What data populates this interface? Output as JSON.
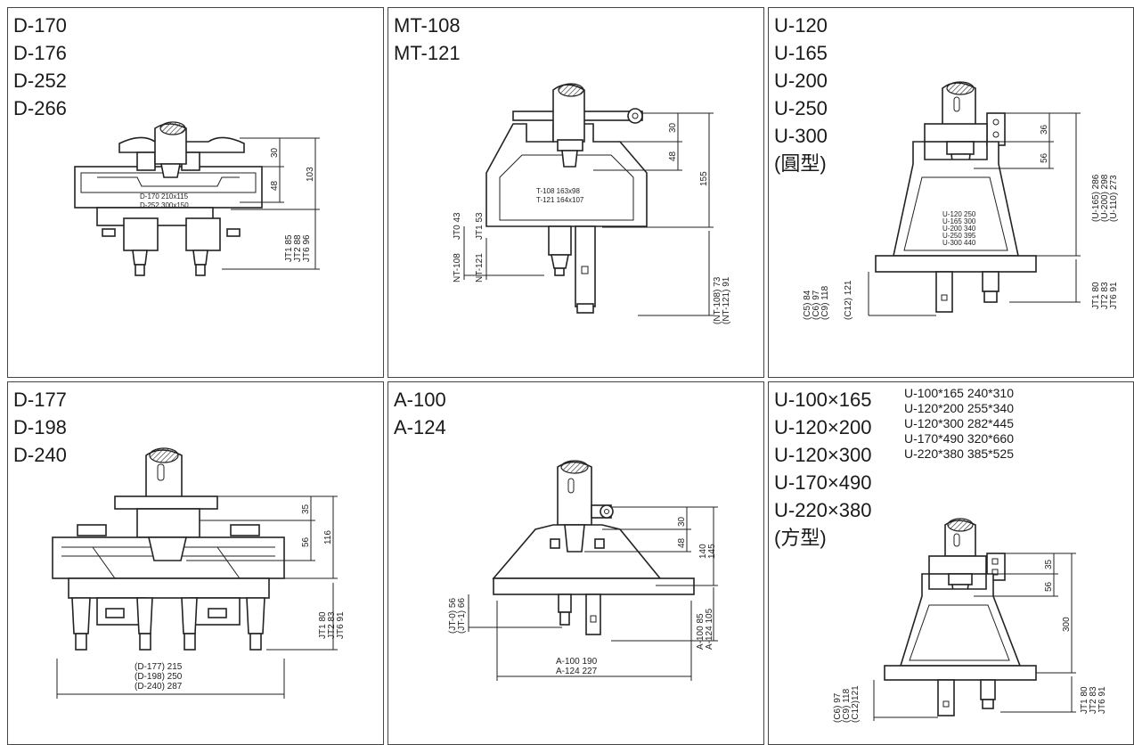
{
  "panels": {
    "p1": {
      "models": [
        "D-170",
        "D-176",
        "D-252",
        "D-266"
      ],
      "labels": {
        "dim1": "30",
        "dim2": "48",
        "dim3": "103",
        "size1": "D-170  210x115",
        "size2": "D-252  300x150",
        "jt1": "JT1 85",
        "jt2": "JT2 88",
        "jt3": "JT6 96"
      }
    },
    "p2": {
      "models": [
        "MT-108",
        "MT-121"
      ],
      "labels": {
        "dim1": "30",
        "dim2": "48",
        "dim3": "155",
        "size1": "T-108  163x98",
        "size2": "T-121  164x107",
        "nt1": "NT-108",
        "nt2": "NT-121",
        "jt1": "JT0 43",
        "jt2": "JT1 53",
        "br1": "(NT-108) 73",
        "br2": "(NT-121) 91"
      }
    },
    "p3": {
      "models": [
        "U-120",
        "U-165",
        "U-200",
        "U-250",
        "U-300",
        "(圓型)"
      ],
      "labels": {
        "dim1": "36",
        "dim2": "56",
        "s1": "U-120  250",
        "s2": "U-165  300",
        "s3": "U-200  340",
        "s4": "U-250  395",
        "s5": "U-300  440",
        "h1": "(U-165) 286",
        "h2": "(U-200) 298",
        "h3": "(U-110) 273",
        "c1": "(C5) 84",
        "c2": "(C6) 97",
        "c3": "(C9) 118",
        "c4": "(C12) 121",
        "jt1": "JT1 80",
        "jt2": "JT2 83",
        "jt3": "JT6 91"
      }
    },
    "p4": {
      "models": [
        "D-177",
        "D-198",
        "D-240"
      ],
      "labels": {
        "dim1": "35",
        "dim2": "56",
        "dim3": "116",
        "jt1": "JT1 80",
        "jt2": "JT2 83",
        "jt3": "JT6 91",
        "w1": "(D-177)  215",
        "w2": "(D-198)  250",
        "w3": "(D-240)  287"
      }
    },
    "p5": {
      "models": [
        "A-100",
        "A-124"
      ],
      "labels": {
        "dim1": "30",
        "dim2": "48",
        "dim3": "140",
        "dim4": "145",
        "j1": "(JT-0) 56",
        "j2": "(JT-1) 66",
        "a1": "A-100 85",
        "a2": "A-124 105",
        "w1": "A-100  190",
        "w2": "A-124  227"
      }
    },
    "p6": {
      "models": [
        "U-100×165",
        "U-120×200",
        "U-120×300",
        "U-170×490",
        "U-220×380",
        "(方型)"
      ],
      "sizes": [
        "U-100*165  240*310",
        "U-120*200  255*340",
        "U-120*300  282*445",
        "U-170*490  320*660",
        "U-220*380  385*525"
      ],
      "labels": {
        "dim1": "35",
        "dim2": "56",
        "dim3": "300",
        "c1": "(C6) 97",
        "c2": "(C9) 118",
        "c3": "(C12)121",
        "jt1": "JT1 80",
        "jt2": "JT2 83",
        "jt3": "JT6 91"
      }
    }
  }
}
